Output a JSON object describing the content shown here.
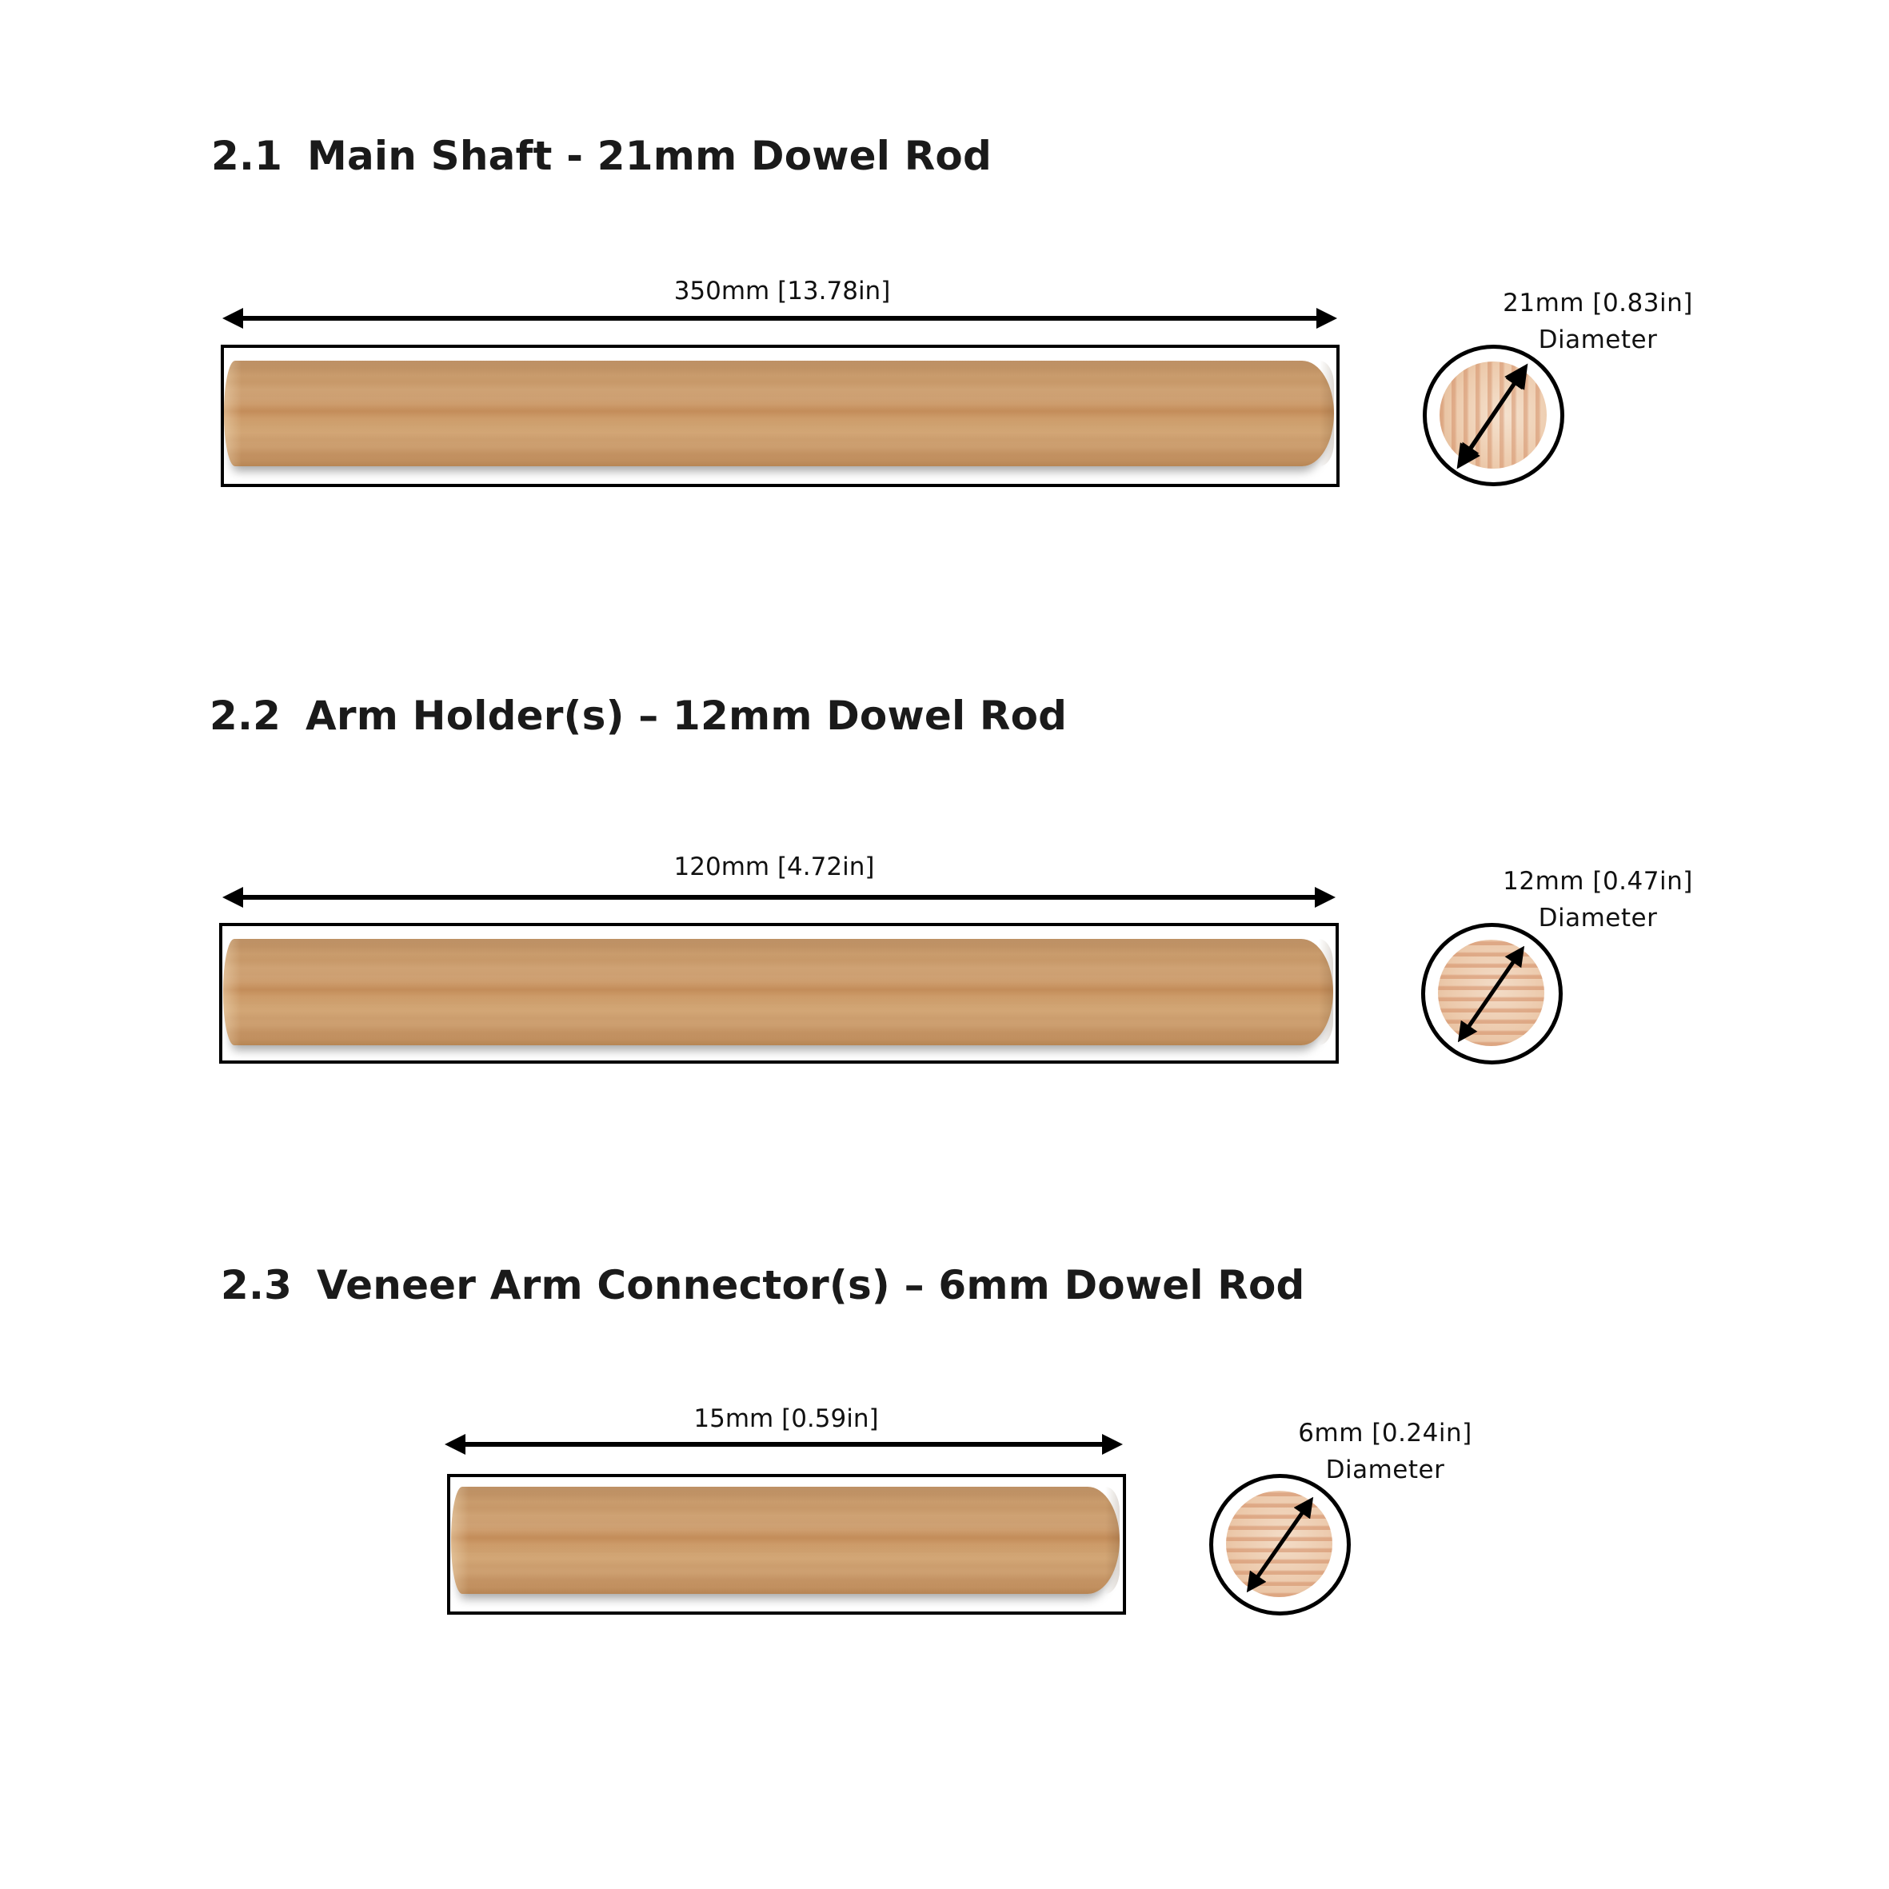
{
  "sections": [
    {
      "number": "2.1",
      "title": "Main Shaft - 21mm Dowel Rod",
      "length_label": "350mm [13.78in]",
      "diameter_label": "21mm [0.83in]",
      "diameter_caption": "Diameter",
      "end_grain": "vertical"
    },
    {
      "number": "2.2",
      "title": "Arm Holder(s) – 12mm Dowel Rod",
      "length_label": "120mm [4.72in]",
      "diameter_label": "12mm [0.47in]",
      "diameter_caption": "Diameter",
      "end_grain": "horizontal"
    },
    {
      "number": "2.3",
      "title": "Veneer Arm Connector(s) – 6mm Dowel Rod",
      "length_label": "15mm [0.59in]",
      "diameter_label": "6mm [0.24in]",
      "diameter_caption": "Diameter",
      "end_grain": "horizontal"
    }
  ],
  "colors": {
    "outline": "#000000",
    "wood_side": "#c99b6b",
    "wood_end": "#ecc9ab",
    "background": "#ffffff"
  }
}
